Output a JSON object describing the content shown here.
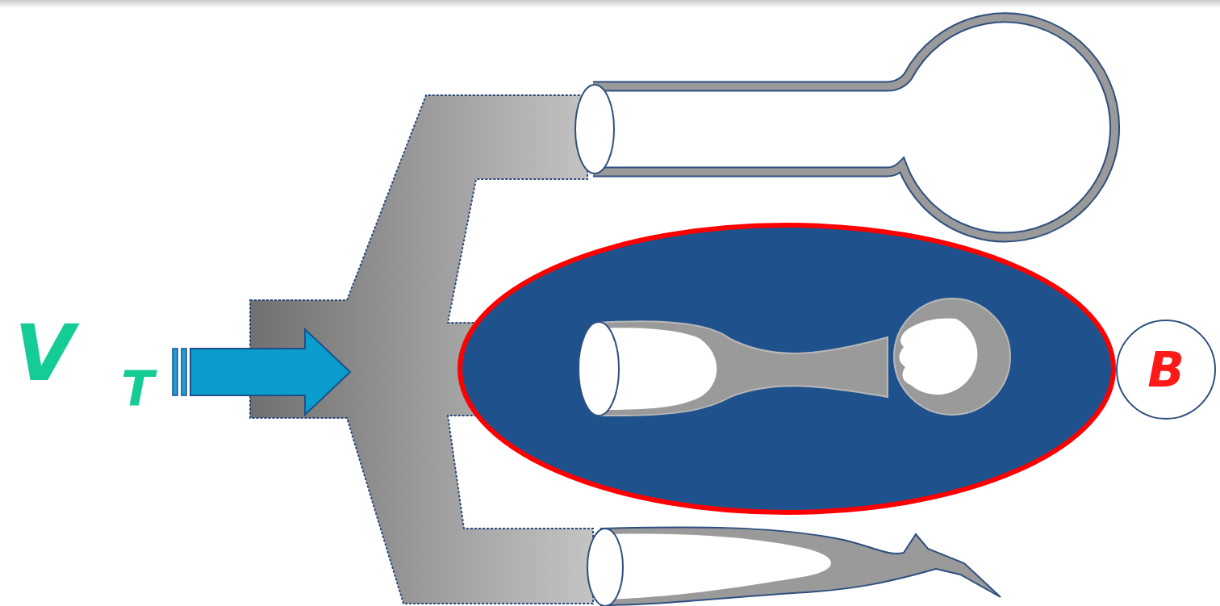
{
  "diagram": {
    "nodes": [
      {
        "text": [
          "B"
        ]
      }
    ],
    "labels": [
      "V",
      "T"
    ]
  }
}
